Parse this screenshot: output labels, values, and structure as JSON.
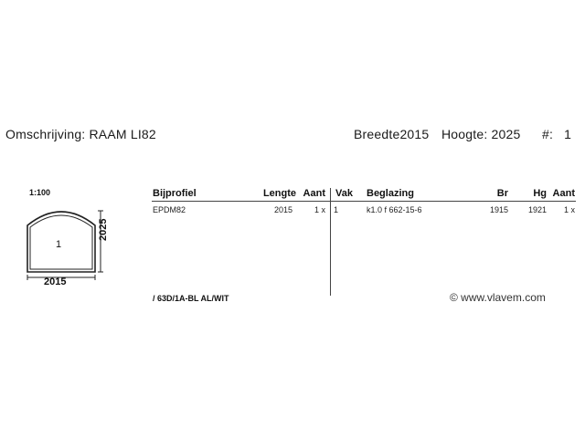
{
  "header": {
    "description_label": "Omschrijving:",
    "description_value": "RAAM LI82",
    "width_label": "Breedte",
    "width_value": "2015",
    "height_label": "Hoogte:",
    "height_value": "2025",
    "number_label": "#:",
    "number_value": "1"
  },
  "drawing": {
    "scale": "1:100",
    "pane_number": "1",
    "width_dim": "2015",
    "height_dim": "2025"
  },
  "table": {
    "left_headers": {
      "bijprofiel": "Bijprofiel",
      "lengte": "Lengte",
      "aant": "Aant"
    },
    "right_headers": {
      "vak": "Vak",
      "beglazing": "Beglazing",
      "br": "Br",
      "hg": "Hg",
      "aant": "Aant"
    },
    "left_row": {
      "bijprofiel": "EPDM82",
      "lengte": "2015",
      "aant": "1 x"
    },
    "right_row": {
      "vak": "1",
      "beglazing": "k1.0 f 662-15-6",
      "br": "1915",
      "hg": "1921",
      "aant": "1 x"
    }
  },
  "profile_code": "/ 63D/1A-BL AL/WIT",
  "watermark": "© www.vlavem.com"
}
